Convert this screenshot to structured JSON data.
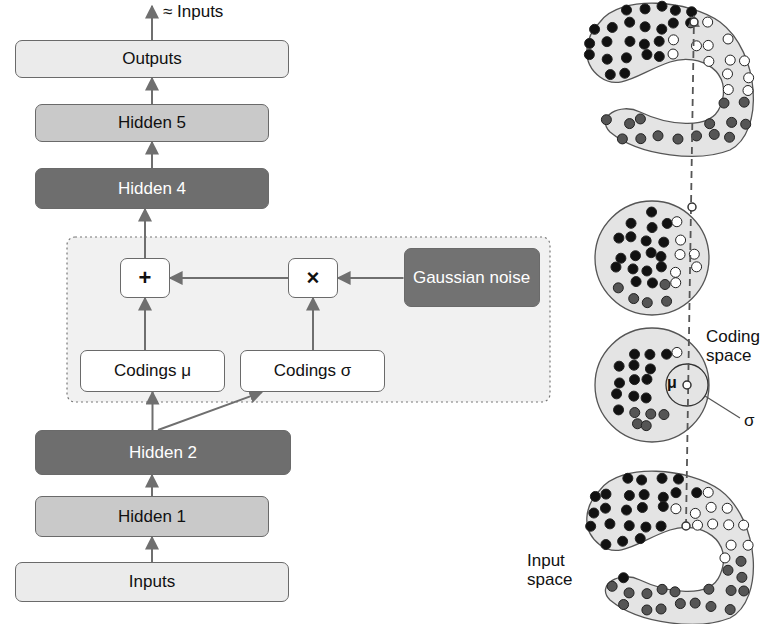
{
  "diagram": {
    "nodes": [
      {
        "text": [
          "Outputs"
        ]
      },
      {
        "text": [
          "Hidden 5"
        ]
      },
      {
        "text": [
          "Hidden 4"
        ]
      },
      {
        "text": [
          "+"
        ]
      },
      {
        "text": [
          "×"
        ]
      },
      {
        "text": [
          "Gaussian noise"
        ]
      },
      {
        "text": [
          "Codings μ"
        ]
      },
      {
        "text": [
          "Codings σ"
        ]
      },
      {
        "text": [
          "Hidden 2"
        ]
      },
      {
        "text": [
          "Hidden 1"
        ]
      },
      {
        "text": [
          "Inputs"
        ]
      }
    ],
    "edges": [
      {
        "from": 10,
        "to": 9,
        "arrow": "to"
      },
      {
        "from": 9,
        "to": 8,
        "arrow": "to"
      },
      {
        "from": 8,
        "to": 6,
        "arrow": "to"
      },
      {
        "from": 8,
        "to": 7,
        "arrow": "to"
      },
      {
        "from": 6,
        "to": 3,
        "arrow": "to"
      },
      {
        "from": 7,
        "to": 4,
        "arrow": "to"
      },
      {
        "from": 5,
        "to": 4,
        "arrow": "to"
      },
      {
        "from": 4,
        "to": 3,
        "arrow": "to"
      },
      {
        "from": 3,
        "to": 2,
        "arrow": "to"
      },
      {
        "from": 2,
        "to": 1,
        "arrow": "to"
      },
      {
        "from": 1,
        "to": 0,
        "arrow": "to"
      }
    ],
    "labels": [
      "≈ Inputs",
      "Coding space",
      "μ",
      "σ",
      "Input space"
    ]
  }
}
